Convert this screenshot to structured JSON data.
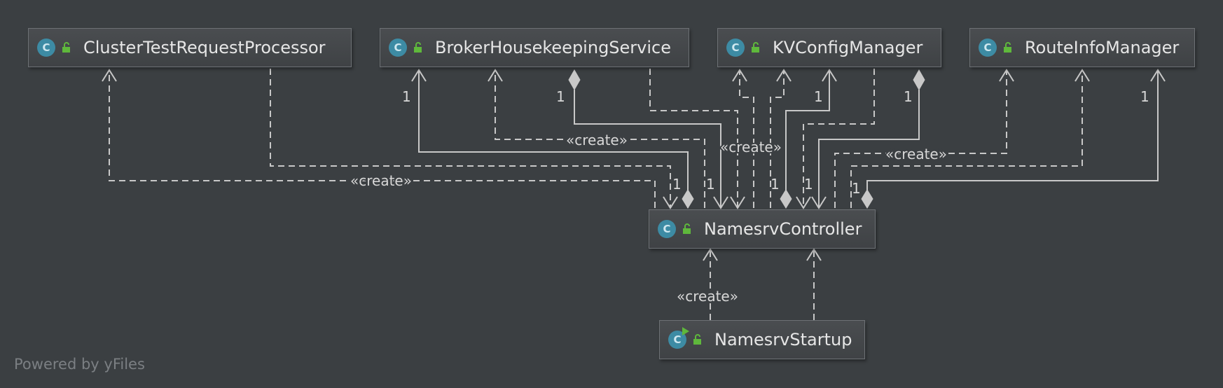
{
  "classes": {
    "cluster": "ClusterTestRequestProcessor",
    "broker": "BrokerHousekeepingService",
    "kv": "KVConfigManager",
    "route": "RouteInfoManager",
    "controller": "NamesrvController",
    "startup": "NamesrvStartup"
  },
  "class_icon_letter": "C",
  "edge_labels": {
    "create": "«create»",
    "one": "1"
  },
  "watermark": "Powered by yFiles",
  "colors": {
    "background": "#3b3f42",
    "node_fill": "#45484b",
    "edge": "#c8c8c8",
    "class_icon": "#3d8ba4",
    "lock_icon": "#5fb83c"
  }
}
